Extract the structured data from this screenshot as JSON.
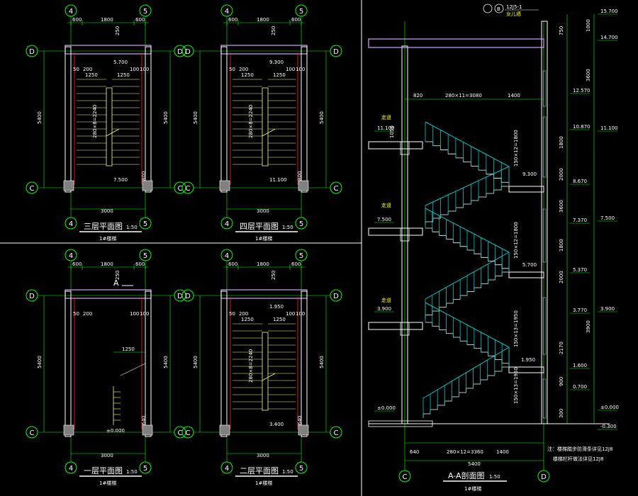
{
  "colors": {
    "background": "#000000",
    "axis": "#00ff00",
    "wall": "#ffffff",
    "column": "#808080",
    "slab": "#d8a0ff",
    "stairs": "#ffff80",
    "railing": "#00c8c8",
    "dim": "#00ff00",
    "red": "#ff2020"
  },
  "plans": {
    "axes": {
      "left": "4",
      "right": "5",
      "top": "D",
      "bottom": "C"
    },
    "third": {
      "title": "三层平面图",
      "scale": "1:50",
      "subtitle": "1#楼梯",
      "top_dims": [
        "600",
        "1800",
        "600"
      ],
      "bottom_dim": "3000",
      "side_dim": "5400",
      "level": "5.700",
      "level2": "7.500",
      "inner_dims": [
        "50",
        "200",
        "1250",
        "1250",
        "100",
        "100"
      ],
      "stair_dim": "280×8=2240",
      "col_dim": "250",
      "small": "800"
    },
    "fourth": {
      "title": "四层平面图",
      "scale": "1:50",
      "subtitle": "1#楼梯",
      "top_dims": [
        "600",
        "1800",
        "600"
      ],
      "bottom_dim": "3000",
      "side_dim": "5400",
      "level": "9.300",
      "level2": "11.100",
      "inner_dims": [
        "50",
        "200",
        "1250",
        "1250",
        "100",
        "100"
      ],
      "stair_dim": "280×8=2240",
      "col_dim": "250",
      "small": "800"
    },
    "first": {
      "title": "一层平面图",
      "scale": "1:50",
      "subtitle": "1#楼梯",
      "top_dims": [
        "600",
        "1800",
        "600"
      ],
      "bottom_dim": "3000",
      "side_dim": "5400",
      "level": "±0.000",
      "label_a": "A",
      "inner_dims": [
        "50",
        "200",
        "1250",
        "100",
        "100"
      ],
      "col_dim": "250",
      "small": "640"
    },
    "second": {
      "title": "二层平面图",
      "scale": "1:50",
      "subtitle": "1#楼梯",
      "top_dims": [
        "600",
        "1800",
        "600"
      ],
      "bottom_dim": "3000",
      "side_dim": "5400",
      "level": "1.950",
      "level2": "3.400",
      "inner_dims": [
        "50",
        "200",
        "1250",
        "1250",
        "100",
        "100"
      ],
      "stair_dim": "280×8=2240",
      "col_dim": "250",
      "small": "640"
    }
  },
  "section": {
    "title": "A-A剖面图",
    "scale": "1:50",
    "subtitle": "1#楼梯",
    "axis_left": "C",
    "axis_right": "D",
    "detail_ref": "12J5-1",
    "detail_ref_sub": "女儿墙",
    "detail_b": "B",
    "right_levels": [
      "15.700",
      "14.700",
      "12.570",
      "10.870",
      "11.100",
      "8.670",
      "7.370",
      "7.500",
      "5.370",
      "3.770",
      "3.900",
      "1.600",
      "0.700",
      "±0.000",
      "-0.300"
    ],
    "right_dims": [
      "1000",
      "750",
      "3600",
      "1800",
      "2000",
      "3600",
      "1800",
      "2000",
      "3900",
      "2170",
      "900",
      "300"
    ],
    "left_levels": [
      "11.100",
      "7.500",
      "3.900",
      "±0.000"
    ],
    "left_labels": [
      "走道",
      "走道",
      "走道"
    ],
    "mid_levels": [
      "9.300",
      "5.700",
      "1.950"
    ],
    "top_dims": [
      "820",
      "280×11=3080",
      "1400"
    ],
    "bottom_dims": [
      "640",
      "280×12=3360",
      "1400"
    ],
    "total_dim": "5400",
    "flight_dims": [
      "150×12=1800",
      "150×12=1800",
      "150×13=1950",
      "150×13=1950"
    ],
    "small_dim": "1050",
    "notes": [
      "注：楼梯踏步防滑条详见12J8",
      "楼梯栏杆做法详见12J8"
    ]
  }
}
